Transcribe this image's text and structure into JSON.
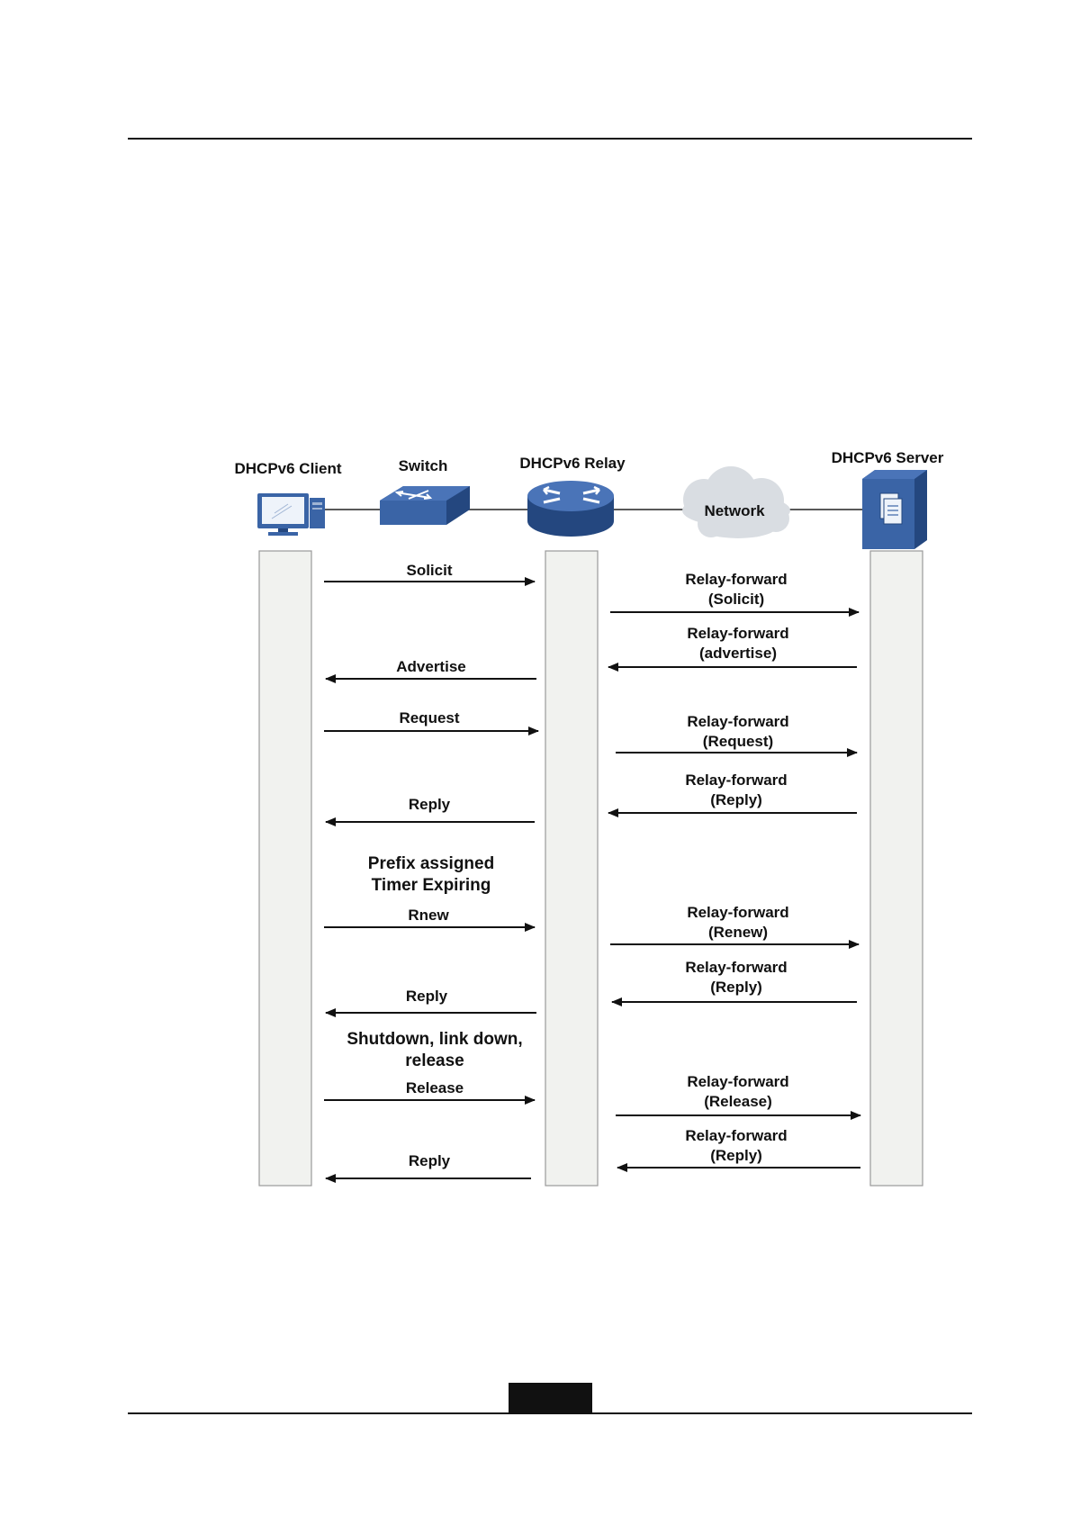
{
  "devices": {
    "client": "DHCPv6  Client",
    "switch": "Switch",
    "relay": "DHCPv6  Relay",
    "network": "Network",
    "server": "DHCPv6  Server"
  },
  "client_messages": [
    {
      "id": "solicit",
      "label": "Solicit",
      "direction": "right"
    },
    {
      "id": "advertise",
      "label": "Advertise",
      "direction": "left"
    },
    {
      "id": "request",
      "label": "Request",
      "direction": "right"
    },
    {
      "id": "reply-1",
      "label": "Reply",
      "direction": "left"
    },
    {
      "id": "rnew",
      "label": "Rnew",
      "direction": "right"
    },
    {
      "id": "reply-2",
      "label": "Reply",
      "direction": "left"
    },
    {
      "id": "release",
      "label": "Release",
      "direction": "right"
    },
    {
      "id": "reply-3",
      "label": "Reply",
      "direction": "left"
    }
  ],
  "relay_messages": [
    {
      "id": "relay-solicit",
      "line1": "Relay-forward",
      "line2": "(Solicit)",
      "direction": "right"
    },
    {
      "id": "relay-advertise",
      "line1": "Relay-forward",
      "line2": "(advertise)",
      "direction": "left"
    },
    {
      "id": "relay-request",
      "line1": "Relay-forward",
      "line2": "(Request)",
      "direction": "right"
    },
    {
      "id": "relay-reply-1",
      "line1": "Relay-forward",
      "line2": "(Reply)",
      "direction": "left"
    },
    {
      "id": "relay-renew",
      "line1": "Relay-forward",
      "line2": "(Renew)",
      "direction": "right"
    },
    {
      "id": "relay-reply-2",
      "line1": "Relay-forward",
      "line2": "(Reply)",
      "direction": "left"
    },
    {
      "id": "relay-release",
      "line1": "Relay-forward",
      "line2": "(Release)",
      "direction": "right"
    },
    {
      "id": "relay-reply-3",
      "line1": "Relay-forward",
      "line2": "(Reply)",
      "direction": "left"
    }
  ],
  "notes": {
    "prefix": {
      "line1": "Prefix assigned",
      "line2": "Timer Expiring"
    },
    "shutdown": {
      "line1": "Shutdown, link down,",
      "line2": "release"
    }
  },
  "colors": {
    "device_blue": "#3a64a6",
    "device_blue_dark": "#24477f",
    "cloud": "#d9dde2",
    "lifeline_fill": "#f1f2ef"
  }
}
